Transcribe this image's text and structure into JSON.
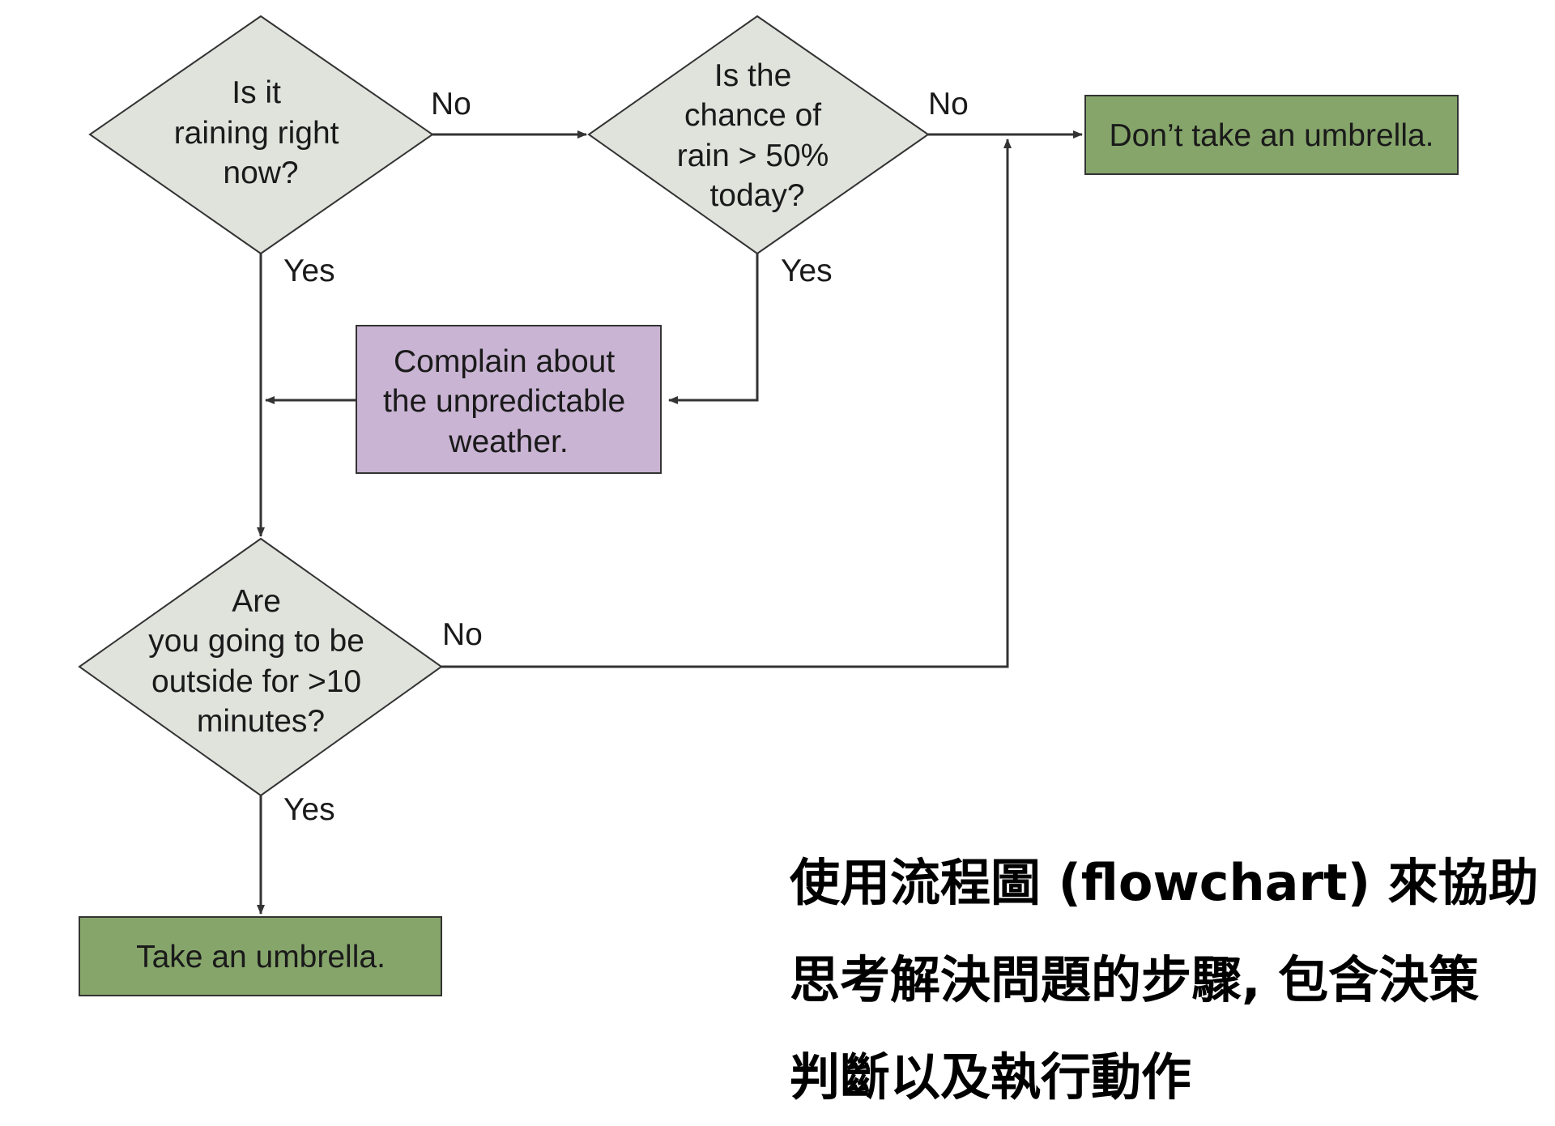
{
  "nodes": {
    "decision_raining": {
      "lines": [
        "Is it",
        "raining right",
        "now?"
      ]
    },
    "decision_chance": {
      "lines": [
        "Is the",
        "chance of",
        "rain > 50%",
        "today?"
      ]
    },
    "action_no_umbrella": {
      "lines": [
        "Don’t take an umbrella."
      ]
    },
    "action_complain": {
      "lines": [
        "Complain about",
        "the unpredictable",
        "weather."
      ]
    },
    "decision_outside": {
      "lines": [
        "Are",
        "you going to be",
        "outside for >10",
        "minutes?"
      ]
    },
    "action_umbrella": {
      "lines": [
        "Take an umbrella."
      ]
    }
  },
  "edges": {
    "raining_no": "No",
    "raining_yes": "Yes",
    "chance_no": "No",
    "chance_yes": "Yes",
    "outside_no": "No",
    "outside_yes": "Yes"
  },
  "colors": {
    "decision_fill": "#e0e2dc",
    "action_green_fill": "#86a56b",
    "action_purple_fill": "#c9b4d3",
    "stroke": "#333333"
  },
  "caption": {
    "line1": "使用流程圖 (flowchart) 來協助",
    "line2": "思考解決問題的步驟, 包含決策",
    "line3": "判斷以及執行動作"
  }
}
